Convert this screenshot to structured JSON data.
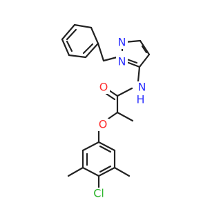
{
  "molecule": {
    "atoms": {
      "n1": {
        "label": "N",
        "color": "#2f33ff"
      },
      "n2": {
        "label": "N",
        "color": "#2f33ff"
      },
      "n_amide": {
        "label": "N",
        "color": "#2f33ff"
      },
      "h_amide": {
        "label": "H",
        "color": "#2f33ff"
      },
      "o_carbonyl": {
        "label": "O",
        "color": "#ff2f2f"
      },
      "o_ether": {
        "label": "O",
        "color": "#ff2f2f"
      },
      "cl": {
        "label": "Cl",
        "color": "#2db52d"
      }
    }
  }
}
